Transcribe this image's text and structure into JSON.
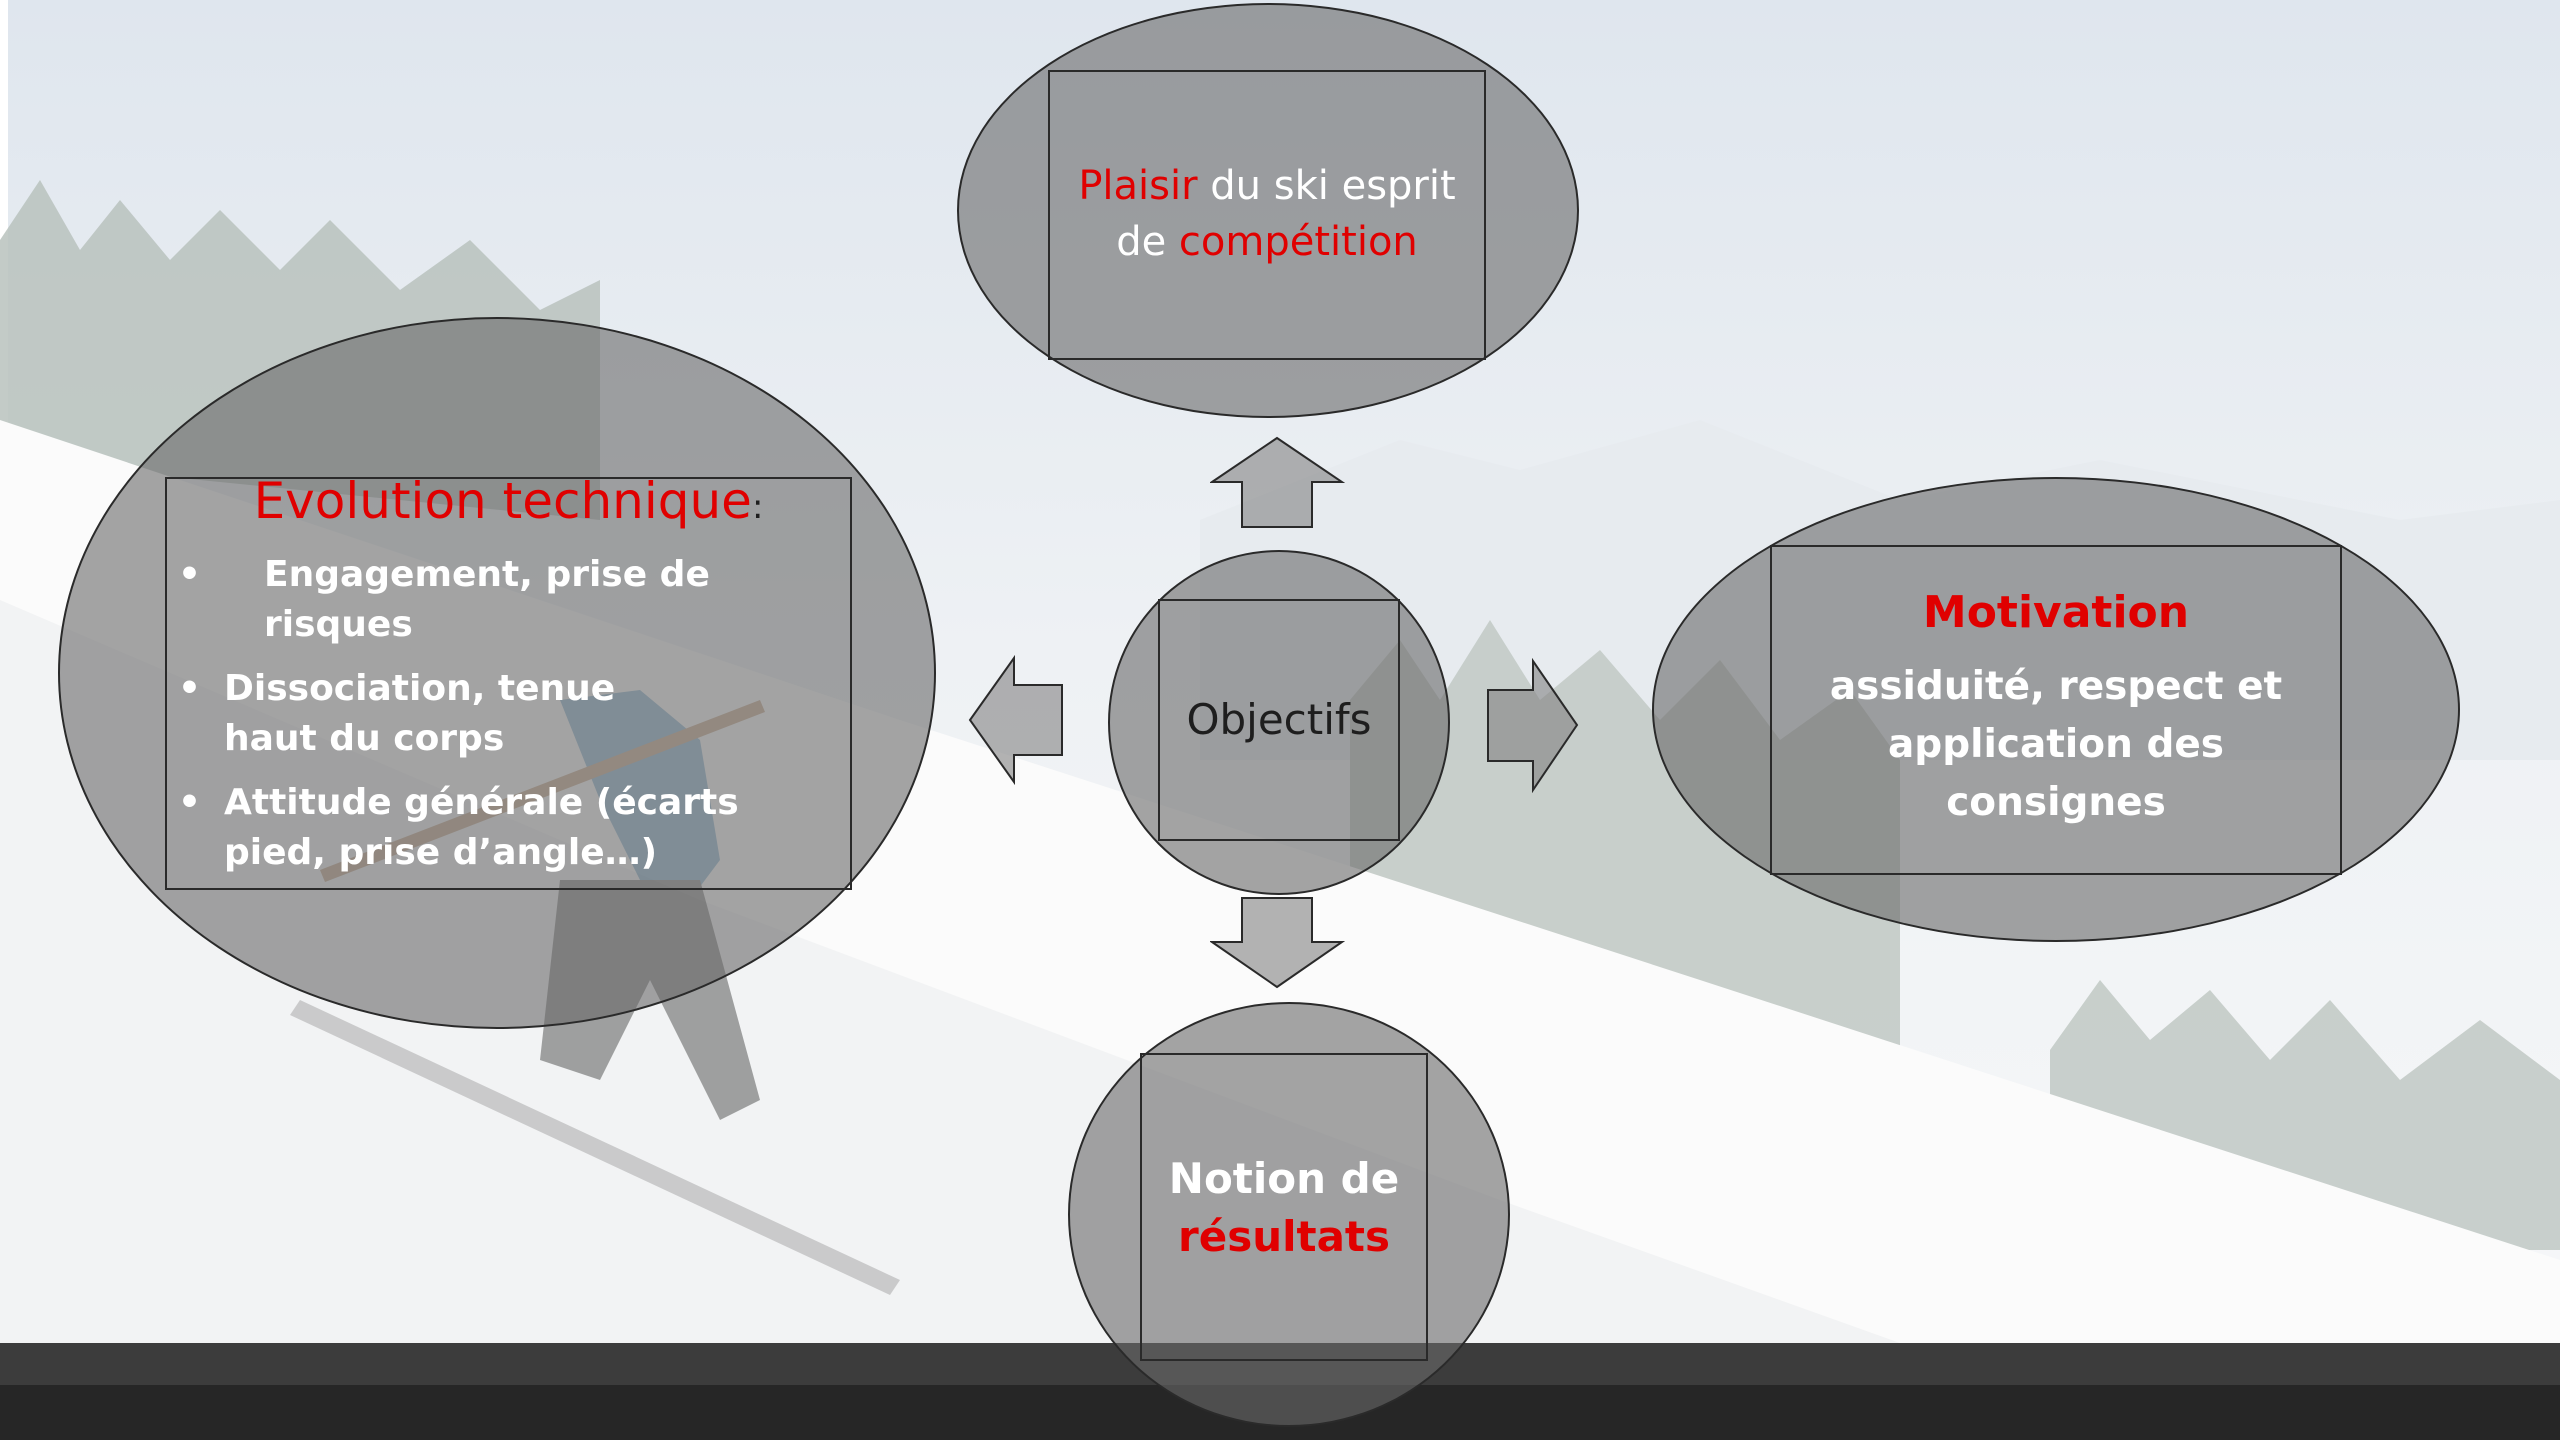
{
  "slide": {
    "center": {
      "label": "Objectifs"
    },
    "top": {
      "part1": "Plaisir",
      "part2": " du ski esprit",
      "part3": "de ",
      "part4": "compétition"
    },
    "right": {
      "title": "Motivation",
      "body_line1": "assiduité, respect et",
      "body_line2": "application des",
      "body_line3": "consignes"
    },
    "bottom": {
      "line1": "Notion de",
      "line2": "résultats"
    },
    "left": {
      "title": "Evolution technique",
      "title_suffix": ":",
      "bullets": [
        "Engagement, prise de risques",
        "Dissociation, tenue haut du corps",
        "Attitude générale (écarts pied, prise d’angle…)"
      ]
    }
  },
  "colors": {
    "accent_red": "#e00000",
    "node_fill": "#696969",
    "outline": "#2a2a2a",
    "bar": "#262626"
  }
}
